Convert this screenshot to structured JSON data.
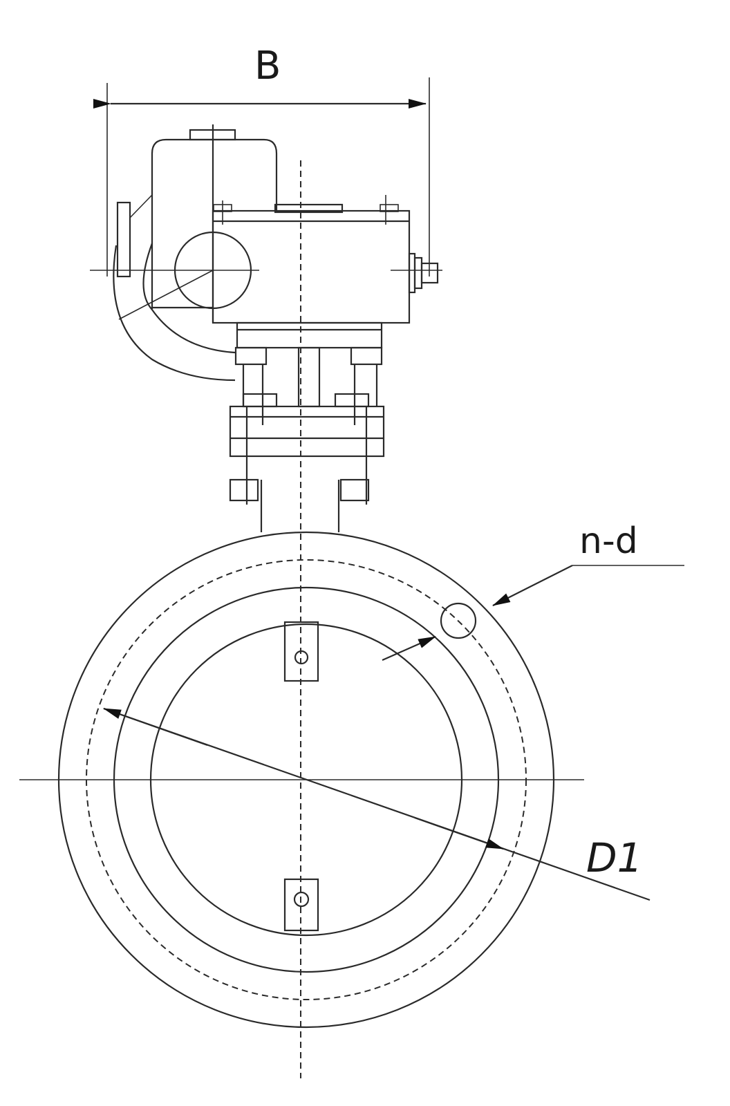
{
  "dimensions": {
    "width_label": "B",
    "bolt_holes_label": "n-d",
    "bolt_circle_label": "D1"
  },
  "colors": {
    "line": "#2a2a2a",
    "background": "#ffffff"
  }
}
